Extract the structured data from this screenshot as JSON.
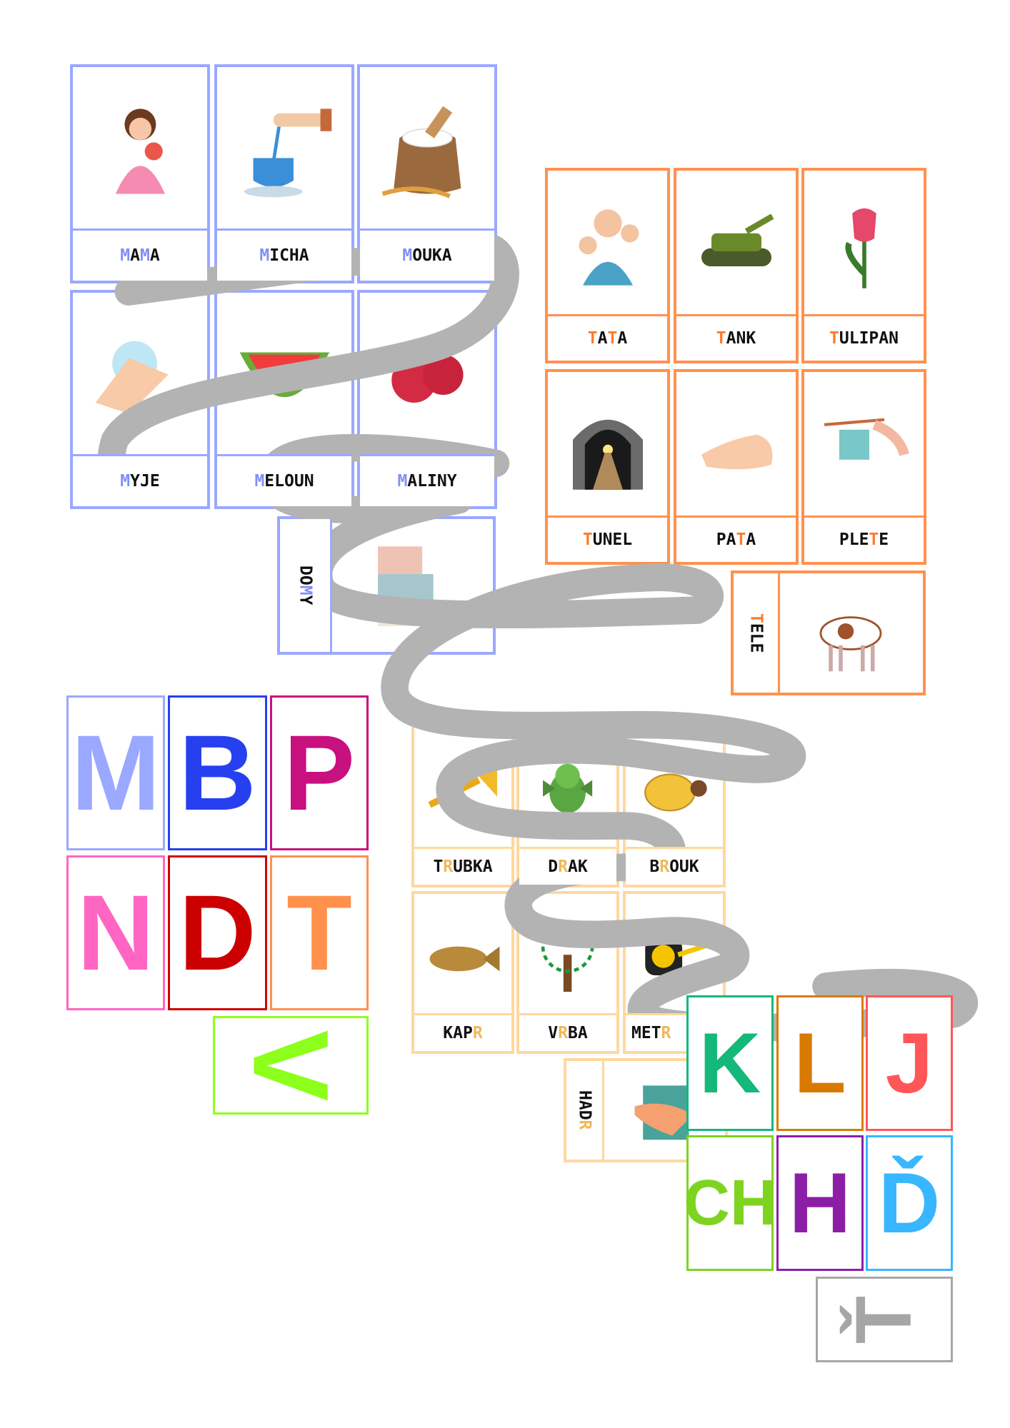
{
  "colors": {
    "blue": "#9aa8ff",
    "orange": "#ff914d",
    "peach": "#ffd89e",
    "scribble": "#b3b3b3"
  },
  "blue_cards": [
    {
      "label": "MÁMA",
      "hl": [
        0,
        2
      ],
      "icon": "mother-child"
    },
    {
      "label": "MÍCHÁ",
      "hl": [
        0
      ],
      "icon": "stirring-cup"
    },
    {
      "label": "MOUKA",
      "hl": [
        0
      ],
      "icon": "flour-sack"
    },
    {
      "label": "MYJE",
      "hl": [
        0
      ],
      "icon": "washing-hands"
    },
    {
      "label": "MELOUN",
      "hl": [
        0
      ],
      "icon": "watermelon"
    },
    {
      "label": "MALINY",
      "hl": [
        0
      ],
      "icon": "raspberries"
    },
    {
      "label": "DOMY",
      "hl": [
        2
      ],
      "icon": "houses"
    }
  ],
  "orange_cards": [
    {
      "label": "TÁTA",
      "hl": [
        0,
        2
      ],
      "icon": "father-children"
    },
    {
      "label": "TANK",
      "hl": [
        0
      ],
      "icon": "tank"
    },
    {
      "label": "TULIPÁN",
      "hl": [
        0
      ],
      "icon": "tulip"
    },
    {
      "label": "TUNEL",
      "hl": [
        0
      ],
      "icon": "tunnel"
    },
    {
      "label": "PATA",
      "hl": [
        2
      ],
      "icon": "foot"
    },
    {
      "label": "PLETE",
      "hl": [
        3
      ],
      "icon": "knitting"
    },
    {
      "label": "TELE",
      "hl": [
        0
      ],
      "icon": "calf"
    }
  ],
  "peach_cards": [
    {
      "label": "TRUBKA",
      "hl": [
        1
      ],
      "icon": "trumpet"
    },
    {
      "label": "DRAK",
      "hl": [
        1
      ],
      "icon": "dragon"
    },
    {
      "label": "BROUK",
      "hl": [
        1
      ],
      "icon": "beetle"
    },
    {
      "label": "KAPR",
      "hl": [
        3
      ],
      "icon": "carp"
    },
    {
      "label": "VRBA",
      "hl": [
        1
      ],
      "icon": "willow"
    },
    {
      "label": "METR",
      "hl": [
        3
      ],
      "icon": "tape-measure"
    },
    {
      "label": "HADR",
      "hl": [
        3
      ],
      "icon": "cloth"
    }
  ],
  "letter_cards": [
    {
      "text": "M",
      "color": "#9aa8ff"
    },
    {
      "text": "B",
      "color": "#2640f0"
    },
    {
      "text": "P",
      "color": "#c8107f"
    },
    {
      "text": "N",
      "color": "#ff66c4"
    },
    {
      "text": "D",
      "color": "#cc0000"
    },
    {
      "text": "T",
      "color": "#ff914d"
    },
    {
      "text": "V",
      "color": "#8cff1a"
    },
    {
      "text": "K",
      "color": "#14b87a"
    },
    {
      "text": "L",
      "color": "#d97a00"
    },
    {
      "text": "J",
      "color": "#ff5757"
    },
    {
      "text": "CH",
      "color": "#7ed321"
    },
    {
      "text": "H",
      "color": "#8c1ea6"
    },
    {
      "text": "Ď",
      "color": "#38b6ff"
    },
    {
      "text": "Ť",
      "color": "#a6a6a6"
    }
  ]
}
